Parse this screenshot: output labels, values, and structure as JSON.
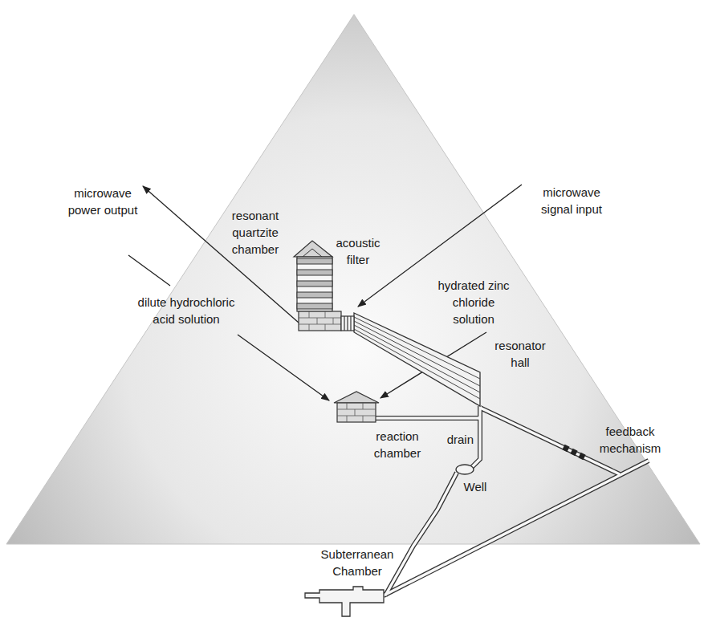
{
  "diagram": {
    "labels": [
      "microwave power output",
      "microwave signal input",
      "resonant quartzite chamber",
      "acoustic filter",
      "hydrated zinc chloride solution",
      "dilute hydrochloric acid solution",
      "resonator hall",
      "feedback mechanism",
      "reaction chamber",
      "drain",
      "Well",
      "Subterranean Chamber"
    ]
  }
}
